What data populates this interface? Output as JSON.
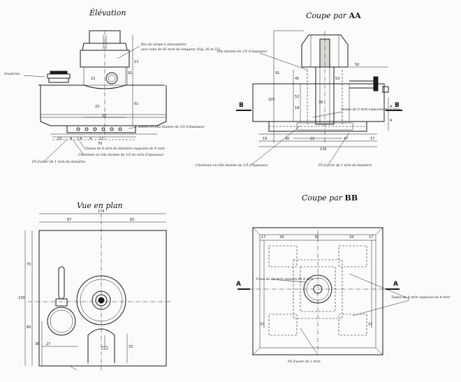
{
  "views": {
    "elevation": {
      "title": "Élévation",
      "label_soudures": "Soudures",
      "note_tube": "Bec de lampe à atmosphère",
      "note_tube2": "avec tube de 45 m/m de longueur (Fig. 26 et 27)",
      "note_bottle": "Bottes en tôle étamée de 1/5 d'épaisseur",
      "note_tasses": "Tasses de 8 m/m de diamètre espacées de 4 m/m",
      "note_cheminee": "Cheminée en tôle étamée de 1/5 de m/m d'épaisseur",
      "note_fil": "Fil d'acier de 1 m/m de diamètre",
      "dims": {
        "h1": "13",
        "h2": "61",
        "w1": "12",
        "v1": "91",
        "v2": "15",
        "v3": "23",
        "b1": "23",
        "b2": "4",
        "b3": "4",
        "b4": "4",
        "b5": "12",
        "b6": "70"
      }
    },
    "section_aa": {
      "title": "Coupe par",
      "letters": "AA",
      "marker_left": "B",
      "marker_right": "B",
      "note_tole": "Tôle étamée de 1/5 d'épaisseur",
      "note_tasses": "Tasses de 8 m/m espacées de 4 m/m",
      "note_cheminee": "Cheminée en tôle étamée de 1/5 d'épaisseur",
      "note_fil": "Fil d'acier de 1 m/m de diamètre",
      "dims": {
        "top": "50",
        "v1": "91",
        "v2": "105",
        "v3": "45",
        "v4": "52",
        "v5": "18",
        "v6": "38",
        "v7": "53",
        "r1": "4",
        "r2": "4",
        "bot1": "19",
        "bot2": "90",
        "bot3": "21",
        "bot4": "47",
        "bot5": "17",
        "bot6": "130"
      }
    },
    "plan": {
      "title": "Vue en plan",
      "dims": {
        "total": "174",
        "left": "87",
        "right": "82",
        "height": "130",
        "h1": "70",
        "h2": "60",
        "h3": "38",
        "w1": "27",
        "d1": "33"
      }
    },
    "section_bb": {
      "title": "Coupe par",
      "letters": "BB",
      "marker_left": "A",
      "marker_right": "A",
      "note_trous": "Trous de 38 m/m espacés de 4 m/m",
      "note_tasses": "Tasses de 8 m/m espacées de 4 m/m",
      "note_fil": "Fil d'acier de 1 m/m",
      "dims": {
        "a": "17",
        "b": "34",
        "c": "38",
        "d": "34",
        "e": "17",
        "f": "37",
        "g": "37"
      }
    }
  }
}
